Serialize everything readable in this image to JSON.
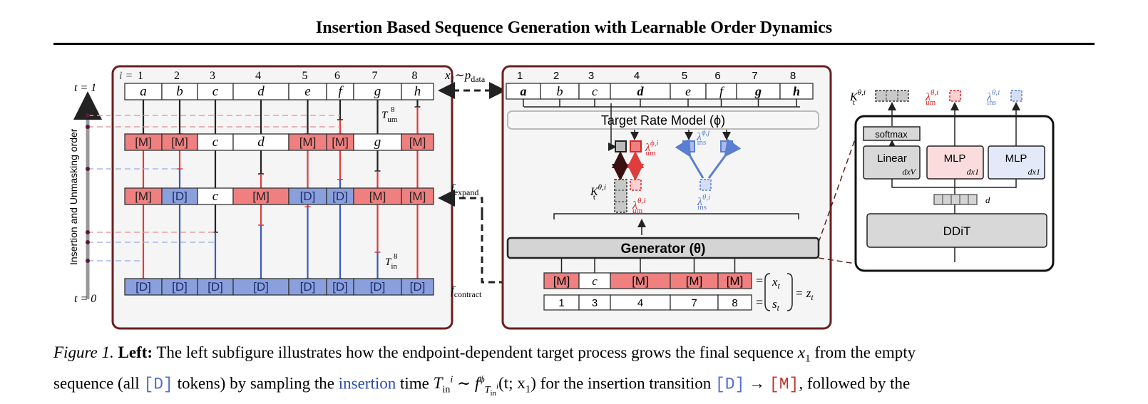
{
  "title": "Insertion Based Sequence Generation with Learnable Order Dynamics",
  "left": {
    "index_label": "i =",
    "indices": [
      "1",
      "2",
      "3",
      "4",
      "5",
      "6",
      "7",
      "8"
    ],
    "t_top": "t = 1",
    "t_bottom": "t = 0",
    "axis_label": "Insertion and Unmasking order",
    "row_top": [
      "a",
      "b",
      "c",
      "d",
      "e",
      "f",
      "g",
      "h"
    ],
    "row_2": [
      "[M]",
      "[M]",
      "c",
      "d",
      "[M]",
      "[M]",
      "g",
      "[M]"
    ],
    "row_3": [
      "[M]",
      "[D]",
      "c",
      "[M]",
      "[D]",
      "[D]",
      "[M]",
      "[M]"
    ],
    "row_bottom": [
      "[D]",
      "[D]",
      "[D]",
      "[D]",
      "[D]",
      "[D]",
      "[D]",
      "[D]"
    ],
    "t_um_label": "T",
    "t_um_sup": "8",
    "t_um_sub": "um",
    "t_in_label": "T",
    "t_in_sup": "8",
    "t_in_sub": "in"
  },
  "middle": {
    "x1_label": "x₁∼p",
    "x1_sub": "data",
    "f_expand": "f",
    "f_expand_sub": "expand",
    "f_contract": "f",
    "f_contract_sub": "contract"
  },
  "right": {
    "indices": [
      "1",
      "2",
      "3",
      "4",
      "5",
      "6",
      "7",
      "8"
    ],
    "tokens": [
      "a",
      "b",
      "c",
      "d",
      "e",
      "f",
      "g",
      "h"
    ],
    "target_rate_model": "Target Rate Model (ϕ)",
    "lambda_um_phi": "λ",
    "lambda_um_phi_sup": "ϕ,i",
    "lambda_um_phi_sub": "um",
    "lambda_ins_phi": "λ",
    "lambda_ins_phi_sup": "ϕ,j",
    "lambda_ins_phi_sub": "ins",
    "K_label": "K",
    "K_sup": "θ,i",
    "K_sub": "t",
    "lambda_um_theta_sup": "θ,i",
    "lambda_um_theta_sub": "um",
    "lambda_ins_theta_sup": "θ,i",
    "lambda_ins_theta_sub": "ins",
    "generator": "Generator (θ)",
    "xt_tokens": [
      "[M]",
      "c",
      "[M]",
      "[M]",
      "[M]"
    ],
    "st_values": [
      "1",
      "3",
      "4",
      "7",
      "8"
    ],
    "xt": "x",
    "xt_sub": "t",
    "st": "s",
    "st_sub": "t",
    "zt": "= z",
    "zt_sub": "t",
    "eq": "="
  },
  "detail": {
    "K_label": "K",
    "K_sup": "θ,i",
    "K_sub": "t",
    "lambda_um_sup": "θ,i",
    "lambda_um_sub": "um",
    "lambda_ins_sup": "θ,i",
    "lambda_ins_sub": "ins",
    "softmax": "softmax",
    "linear": "Linear",
    "linear_dim": "dxV",
    "mlp1": "MLP",
    "mlp1_dim": "dx1",
    "mlp2": "MLP",
    "mlp2_dim": "dx1",
    "d_label": "d",
    "ddit": "DDiT"
  },
  "caption": {
    "fig_label": "Figure 1.",
    "left_label": "Left:",
    "line1_a": "The left subfigure illustrates how the endpoint-dependent target process grows the final sequence",
    "x1": "x",
    "x1_sub": "1",
    "line1_b": "from the empty",
    "line2_a": "sequence (all",
    "d_token": "[D]",
    "line2_b": "tokens) by sampling the",
    "insertion": "insertion",
    "line2_c": "time",
    "T_in": "T",
    "T_in_sub": "in",
    "T_in_sup": "i",
    "sim": "∼",
    "f": "f",
    "f_sup": "ϕ",
    "f_sub": "T",
    "f_subsub": "in",
    "f_subsup": "i",
    "f_args": "(t; x",
    "f_args_sub": "1",
    "f_args_end": ")",
    "line2_d": "for the insertion transition",
    "arrow": "→",
    "m_token": "[M]",
    "line2_e": ", followed by the"
  },
  "colors": {
    "red": "#f07f7f",
    "blue": "#8aa0dc",
    "panel_border": "#6b1f1f",
    "red_text": "#d62728",
    "blue_text": "#5a7fd0"
  }
}
